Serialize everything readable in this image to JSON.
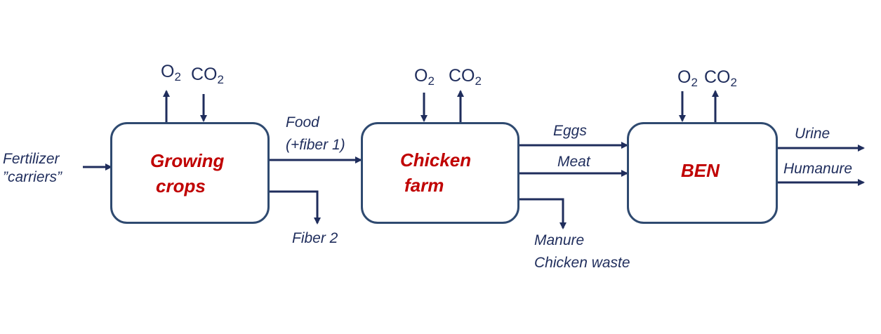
{
  "processes": {
    "growing_crops": {
      "title_line1": "Growing",
      "title_line2": "crops"
    },
    "chicken_farm": {
      "title_line1": "Chicken",
      "title_line2": "farm"
    },
    "ben": {
      "title": "BEN"
    }
  },
  "gases": {
    "o2": {
      "symbol": "O",
      "subscript": "2"
    },
    "co2": {
      "symbol": "CO",
      "subscript": "2"
    }
  },
  "flows": {
    "fertilizer_line1": "Fertilizer",
    "fertilizer_line2": "”carriers”",
    "food_line1": "Food",
    "food_line2": "(+fiber 1)",
    "fiber2": "Fiber 2",
    "eggs": "Eggs",
    "meat": "Meat",
    "manure": "Manure",
    "chicken_waste": "Chicken waste",
    "urine": "Urine",
    "humanure": "Humanure"
  },
  "colors": {
    "arrow": "#1f2d5c",
    "box_border": "#2f4a70",
    "process_title": "#c00000",
    "label_text": "#1f2d5c"
  }
}
